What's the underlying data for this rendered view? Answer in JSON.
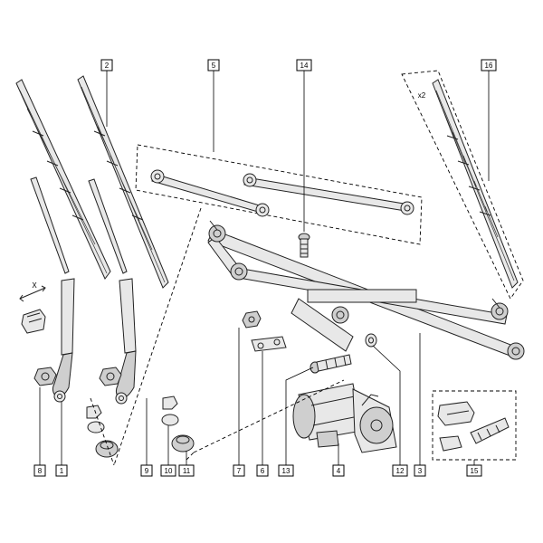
{
  "callouts": [
    {
      "id": "1",
      "label": "1"
    },
    {
      "id": "2",
      "label": "2"
    },
    {
      "id": "3",
      "label": "3"
    },
    {
      "id": "4",
      "label": "4"
    },
    {
      "id": "5",
      "label": "5"
    },
    {
      "id": "6",
      "label": "6"
    },
    {
      "id": "7",
      "label": "7"
    },
    {
      "id": "8",
      "label": "8"
    },
    {
      "id": "9",
      "label": "9"
    },
    {
      "id": "10",
      "label": "10"
    },
    {
      "id": "11",
      "label": "11"
    },
    {
      "id": "12",
      "label": "12"
    },
    {
      "id": "13",
      "label": "13"
    },
    {
      "id": "14",
      "label": "14"
    },
    {
      "id": "15",
      "label": "15"
    },
    {
      "id": "16",
      "label": "16"
    }
  ],
  "annotations": {
    "quantity": "x2",
    "detail_mark": "X"
  }
}
